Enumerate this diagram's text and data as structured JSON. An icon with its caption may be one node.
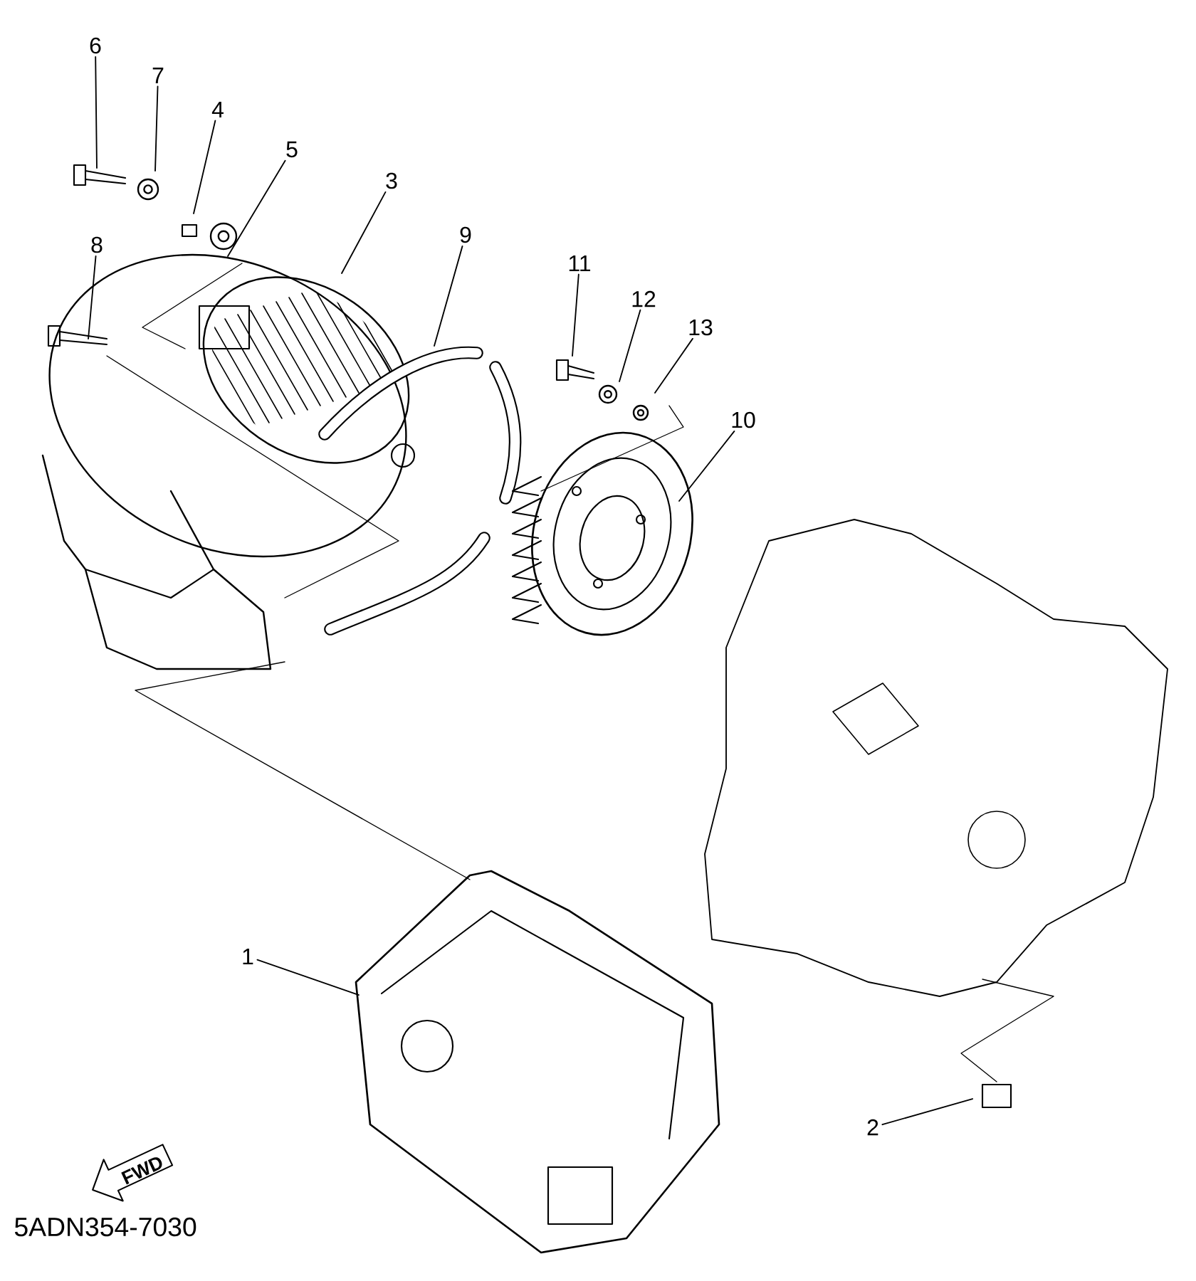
{
  "diagram": {
    "nodes": [
      {
        "text": [
          "6"
        ]
      },
      {
        "text": [
          "7"
        ]
      },
      {
        "text": [
          "4"
        ]
      },
      {
        "text": [
          "5"
        ]
      },
      {
        "text": [
          "3"
        ]
      },
      {
        "text": [
          "8"
        ]
      },
      {
        "text": [
          "9"
        ]
      },
      {
        "text": [
          "11"
        ]
      },
      {
        "text": [
          "12"
        ]
      },
      {
        "text": [
          "13"
        ]
      },
      {
        "text": [
          "10"
        ]
      },
      {
        "text": [
          "1"
        ]
      },
      {
        "text": [
          "2"
        ]
      }
    ],
    "edges": [
      {
        "from": 0,
        "to": null,
        "arrow": "none"
      },
      {
        "from": 1,
        "to": null,
        "arrow": "none"
      },
      {
        "from": 2,
        "to": null,
        "arrow": "none"
      },
      {
        "from": 3,
        "to": null,
        "arrow": "none"
      },
      {
        "from": 4,
        "to": null,
        "arrow": "none"
      },
      {
        "from": 5,
        "to": null,
        "arrow": "none"
      },
      {
        "from": 6,
        "to": null,
        "arrow": "none"
      },
      {
        "from": 7,
        "to": null,
        "arrow": "none"
      },
      {
        "from": 8,
        "to": null,
        "arrow": "none"
      },
      {
        "from": 9,
        "to": null,
        "arrow": "none"
      },
      {
        "from": 10,
        "to": null,
        "arrow": "none"
      },
      {
        "from": 11,
        "to": null,
        "arrow": "none"
      },
      {
        "from": 12,
        "to": null,
        "arrow": "none"
      }
    ],
    "labels": [
      "FWD",
      "5ADN354-7030"
    ]
  }
}
